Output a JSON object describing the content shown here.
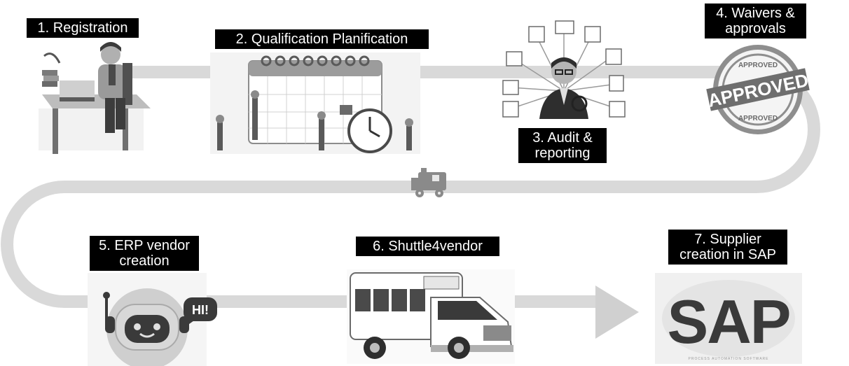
{
  "steps": [
    {
      "lines": [
        "1. Registration"
      ],
      "icon": "person-at-desk-icon"
    },
    {
      "lines": [
        "2. Qualification Planification"
      ],
      "icon": "calendar-planning-icon"
    },
    {
      "lines": [
        "3. Audit &",
        "reporting"
      ],
      "icon": "auditor-with-documents-icon"
    },
    {
      "lines": [
        "4. Waivers &",
        "approvals"
      ],
      "icon": "approved-stamp-icon"
    },
    {
      "lines": [
        "5. ERP vendor",
        "creation"
      ],
      "icon": "robot-chatbot-icon"
    },
    {
      "lines": [
        "6. Shuttle4vendor"
      ],
      "icon": "shuttle-bus-icon"
    },
    {
      "lines": [
        "7. Supplier",
        "creation in SAP"
      ],
      "icon": "sap-logo-icon"
    }
  ],
  "stamp": {
    "top": "APPROVED",
    "main": "APPROVED",
    "bottom": "APPROVED"
  },
  "robot": {
    "bubble": "HI!"
  },
  "sap": {
    "logo": "SAP",
    "tagline": "PROCESS AUTOMATION SOFTWARE"
  },
  "colors": {
    "path": "#d9d9d9",
    "label_bg": "#000000",
    "label_text": "#ffffff",
    "arrow": "#d0d0d0"
  }
}
